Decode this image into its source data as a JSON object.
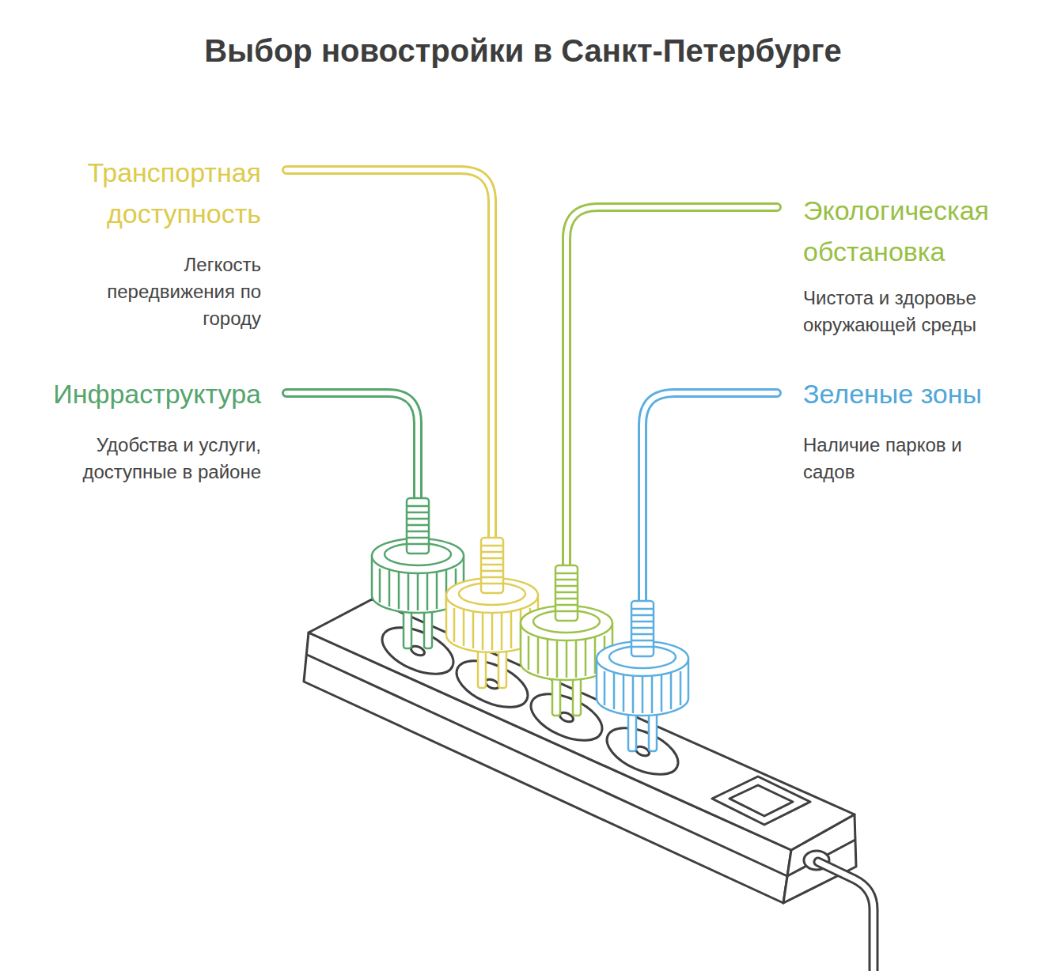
{
  "diagram": {
    "title": "Выбор новостройки в Санкт-Петербурге",
    "labels": [
      "Транспортная доступность",
      "Легкость передвижения по городу",
      "Экологическая обстановка",
      "Чистота и здоровье окружающей среды",
      "Инфраструктура",
      "Удобства и услуги, доступные в районе",
      "Зеленые зоны",
      "Наличие парков и садов"
    ]
  }
}
